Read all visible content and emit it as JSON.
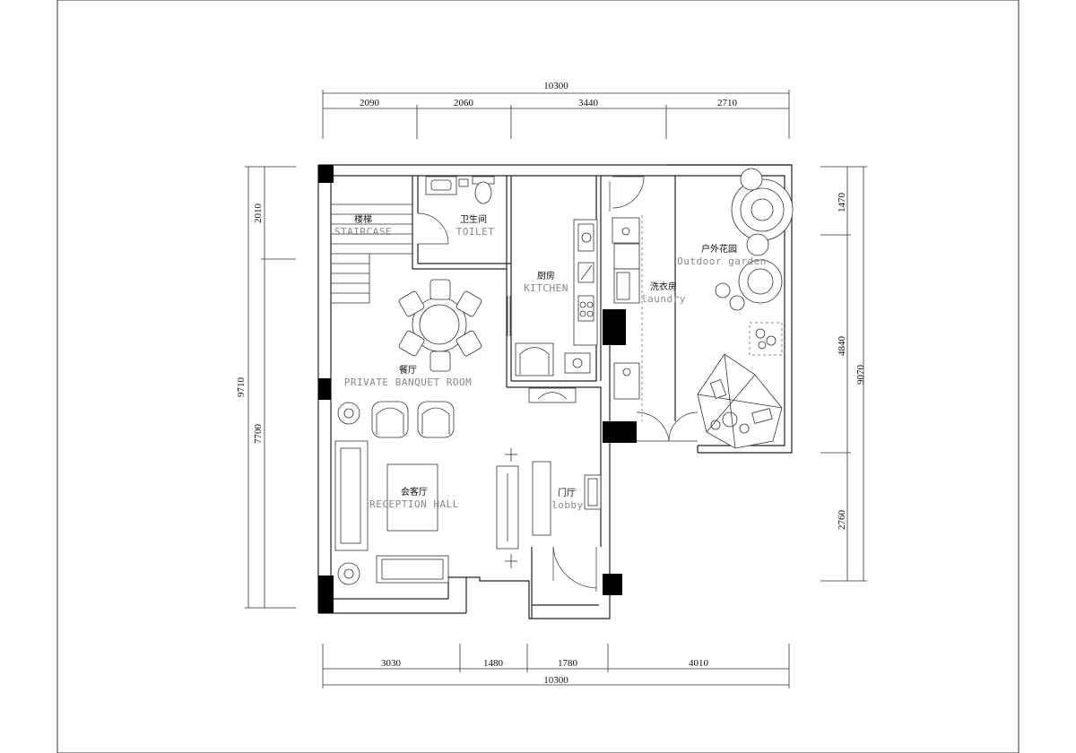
{
  "dimensions": {
    "top_total": "10300",
    "top_segments": [
      "2090",
      "2060",
      "3440",
      "2710"
    ],
    "bottom_total": "10300",
    "bottom_segments": [
      "3030",
      "1480",
      "1780",
      "4010"
    ],
    "left_outer": "9710",
    "left_segments": [
      "2010",
      "7700"
    ],
    "right_outer": "9070",
    "right_segments": [
      "1470",
      "4840",
      "2760"
    ]
  },
  "rooms": {
    "staircase": {
      "cn": "楼梯",
      "en": "STAIRCASE"
    },
    "toilet": {
      "cn": "卫生间",
      "en": "TOILET"
    },
    "kitchen": {
      "cn": "厨房",
      "en": "KITCHEN"
    },
    "garden": {
      "cn": "户外花园",
      "en": "Outdoor garden"
    },
    "laundry": {
      "cn": "洗衣房",
      "en": "laundry"
    },
    "banquet": {
      "cn": "餐厅",
      "en": "PRIVATE BANQUET ROOM"
    },
    "reception": {
      "cn": "会客厅",
      "en": "RECEPTION HALL"
    },
    "lobby": {
      "cn": "门厅",
      "en": "lobby"
    }
  }
}
